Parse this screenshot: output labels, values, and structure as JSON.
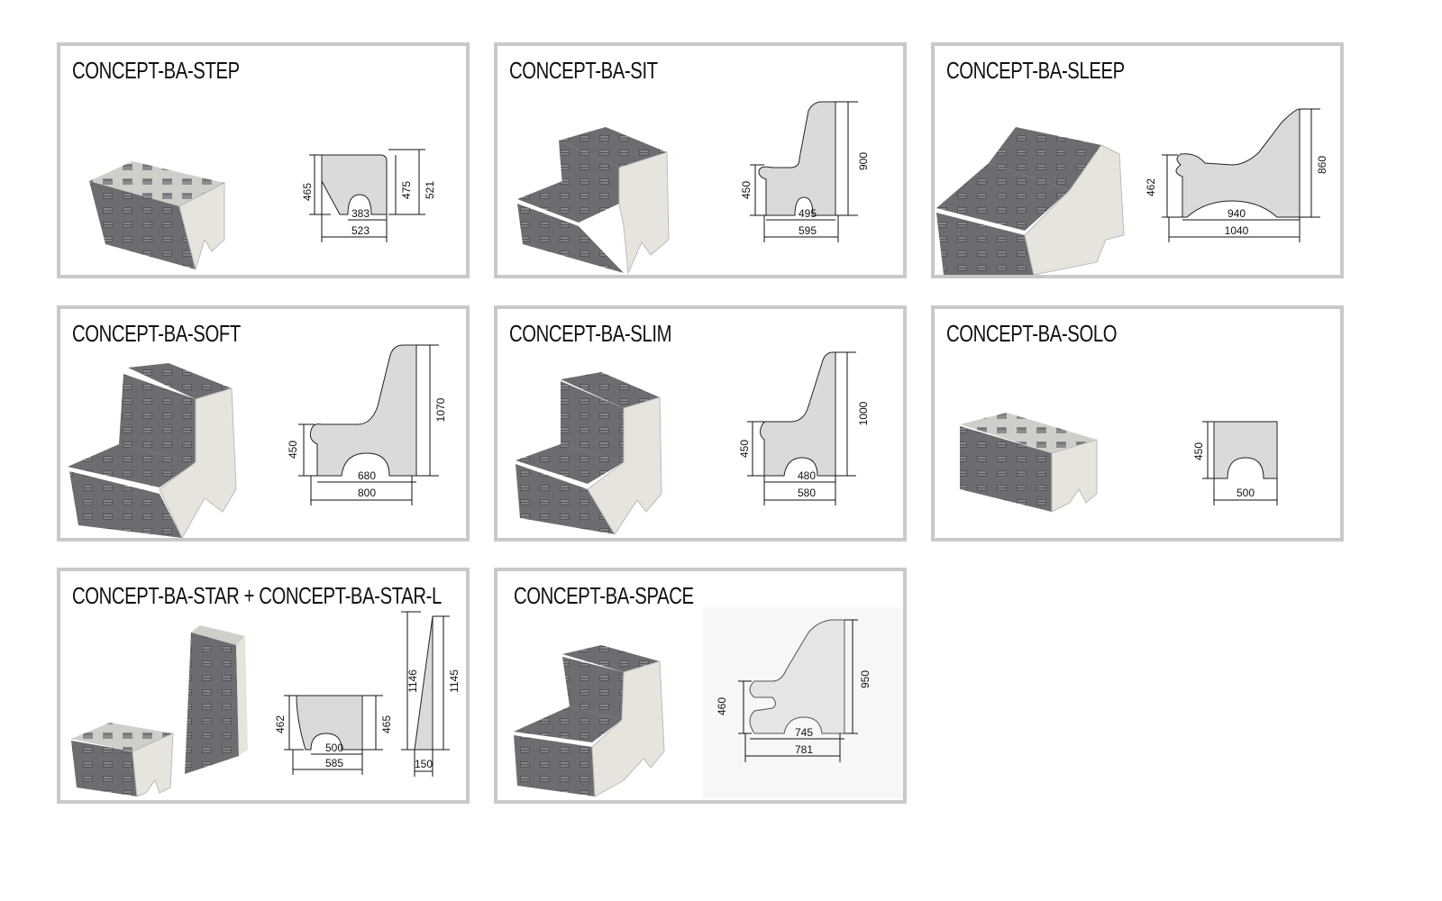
{
  "cards": [
    {
      "title": "CONCEPT-BA-STEP",
      "dims": {
        "h1": "465",
        "h2": "475",
        "h3": "521",
        "w1": "383",
        "w2": "523"
      }
    },
    {
      "title": "CONCEPT-BA-SIT",
      "dims": {
        "h1": "450",
        "h2": "900",
        "w1": "495",
        "w2": "595"
      }
    },
    {
      "title": "CONCEPT-BA-SLEEP",
      "dims": {
        "h1": "462",
        "h2": "860",
        "w1": "940",
        "w2": "1040"
      }
    },
    {
      "title": "CONCEPT-BA-SOFT",
      "dims": {
        "h1": "450",
        "h2": "1070",
        "w1": "680",
        "w2": "800"
      }
    },
    {
      "title": "CONCEPT-BA-SLIM",
      "dims": {
        "h1": "450",
        "h2": "1000",
        "w1": "480",
        "w2": "580"
      }
    },
    {
      "title": "CONCEPT-BA-SOLO",
      "dims": {
        "h1": "450",
        "w1": "500"
      }
    },
    {
      "title": "CONCEPT-BA-STAR + CONCEPT-BA-STAR-L",
      "dims": {
        "h1": "462",
        "h2": "465",
        "w1": "500",
        "w2": "585",
        "h3": "1146",
        "h4": "1145",
        "w3": "150"
      }
    },
    {
      "title": "CONCEPT-BA-SPACE",
      "dims": {
        "h1": "460",
        "h2": "950",
        "w1": "745",
        "w2": "781"
      }
    }
  ],
  "colors": {
    "border": "#c9c9c9",
    "profile": "#d9dadc",
    "concrete": "#e8e6df",
    "wrap": "#6f7072"
  }
}
